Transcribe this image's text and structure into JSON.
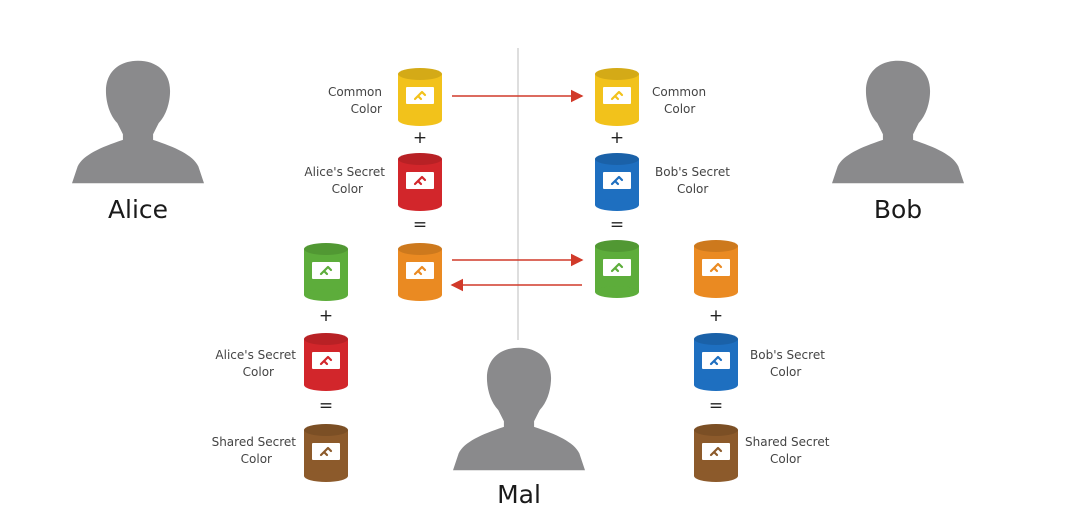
{
  "people": {
    "alice": {
      "name": "Alice"
    },
    "bob": {
      "name": "Bob"
    },
    "mal": {
      "name": "Mal"
    }
  },
  "labels": {
    "alice_common": [
      "Common",
      "Color"
    ],
    "alice_secret": [
      "Alice's Secret",
      "Color"
    ],
    "bob_common": [
      "Common",
      "Color"
    ],
    "bob_secret": [
      "Bob's Secret",
      "Color"
    ],
    "alice_secret_2": [
      "Alice's Secret",
      "Color"
    ],
    "alice_shared": [
      "Shared Secret",
      "Color"
    ],
    "bob_secret_2": [
      "Bob's Secret",
      "Color"
    ],
    "bob_shared": [
      "Shared Secret",
      "Color"
    ]
  },
  "operators": {
    "plus": "+",
    "equals": "="
  },
  "colors": {
    "common": "#f2c21b",
    "alice_secret": "#d2262b",
    "bob_secret": "#1e6fc0",
    "alice_mix": "#ea8a22",
    "bob_mix": "#5dad3b",
    "shared": "#8c5a2b",
    "arrow": "#d13a2a",
    "silhouette": "#8a8a8c"
  }
}
